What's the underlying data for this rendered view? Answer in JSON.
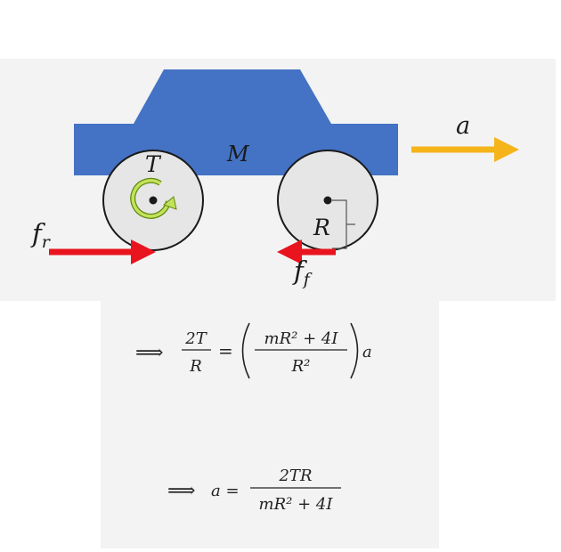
{
  "diagram": {
    "mass_label": "M",
    "torque_label": "T",
    "radius_label": "R",
    "acceleration_label": "a",
    "rear_friction_base": "f",
    "rear_friction_sub": "r",
    "front_friction_base": "f",
    "front_friction_sub": "f"
  },
  "equations": {
    "eq1": {
      "implies": "⟹",
      "lhs_num": "2T",
      "lhs_den": "R",
      "equals": "=",
      "rhs_num": "mR² + 4I",
      "rhs_den": "R²",
      "rhs_tail": "a"
    },
    "eq2": {
      "implies": "⟹",
      "lhs": "a =",
      "num": "2TR",
      "den": "mR² + 4I"
    }
  },
  "colors": {
    "car_body": "#4472c4",
    "wheel_fill": "#e6e6e6",
    "friction_arrow": "#e8141e",
    "acceleration_arrow": "#f4b41a",
    "torque_arrow": "#8cbf26"
  }
}
